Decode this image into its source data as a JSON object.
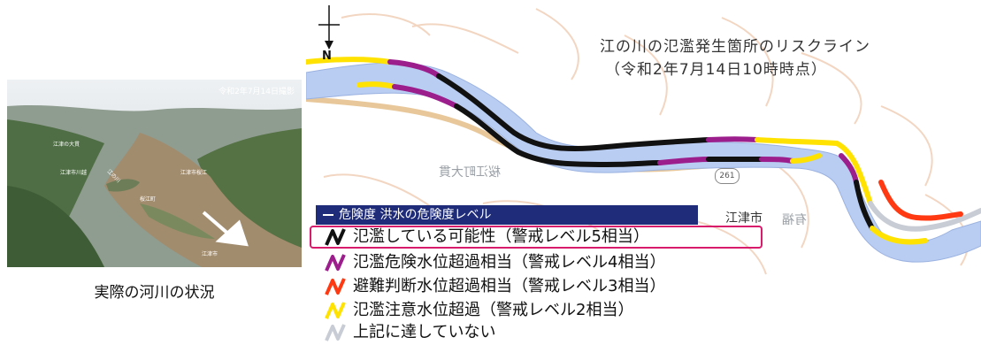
{
  "photo": {
    "date_stamp": "令和2年7月14日撮影",
    "labels": [
      "江津の大貫",
      "江津市川越",
      "江津市桜江",
      "江の川",
      "桜江町",
      "江津市"
    ],
    "caption": "実際の河川の状況"
  },
  "map": {
    "title": "江の川の氾濫発生箇所のリスクライン",
    "subtitle": "（令和2年7月14日10時時点）",
    "north_label": "N",
    "place_labels": [
      "桜江町大貫",
      "江津市",
      "有福"
    ],
    "route_number": "261"
  },
  "legend": {
    "header": "危険度 洪水の危険度レベル",
    "items": [
      {
        "label": "氾濫している可能性（警戒レベル5相当）",
        "color": "#111111"
      },
      {
        "label": "氾濫危険水位超過相当（警戒レベル4相当）",
        "color": "#9c1d8c"
      },
      {
        "label": "避難判断水位超過相当（警戒レベル3相当）",
        "color": "#ff3a12"
      },
      {
        "label": "氾濫注意水位超過（警戒レベル2相当）",
        "color": "#ffe200"
      },
      {
        "label": "上記に達していない",
        "color": "#c8ccd4"
      }
    ]
  },
  "colors": {
    "river": "#b9cdf2",
    "road": "#e8c89a",
    "legend_header": "#1f2c7a",
    "highlight": "#d81b6a"
  }
}
